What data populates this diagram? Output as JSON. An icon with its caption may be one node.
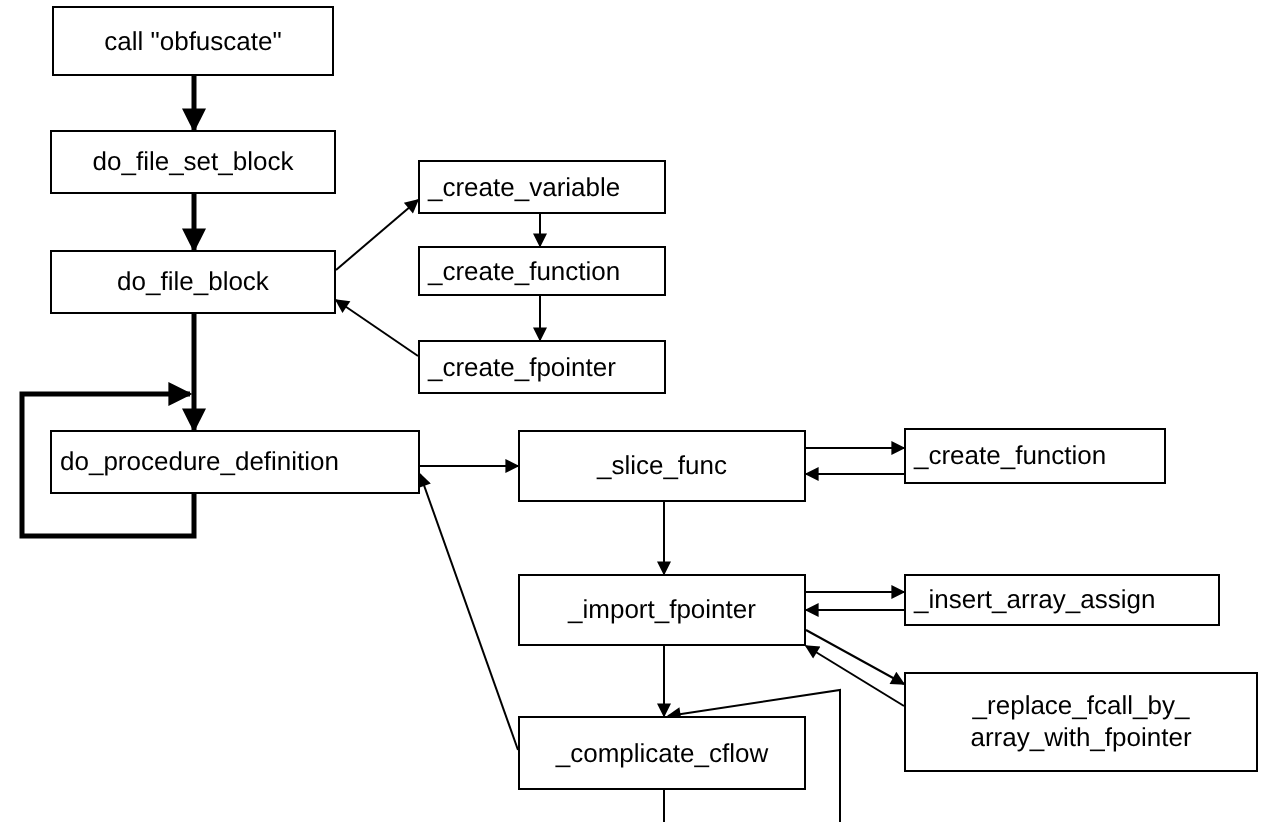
{
  "diagram": {
    "nodes": [
      {
        "text": [
          "call \"obfuscate\""
        ]
      },
      {
        "text": [
          "do_file_set_block"
        ]
      },
      {
        "text": [
          "do_file_block"
        ]
      },
      {
        "text": [
          "_create_variable"
        ]
      },
      {
        "text": [
          "_create_function"
        ]
      },
      {
        "text": [
          "_create_fpointer"
        ]
      },
      {
        "text": [
          "do_procedure_definition"
        ]
      },
      {
        "text": [
          "_slice_func"
        ]
      },
      {
        "text": [
          "_create_function"
        ]
      },
      {
        "text": [
          "_import_fpointer"
        ]
      },
      {
        "text": [
          "_insert_array_assign"
        ]
      },
      {
        "text": [
          "_replace_fcall_by_ array_with_fpointer"
        ]
      },
      {
        "text": [
          "_complicate_cflow"
        ]
      }
    ],
    "edges": [
      {
        "from": 0,
        "to": 1,
        "arrow": "to",
        "style": "thick"
      },
      {
        "from": 1,
        "to": 2,
        "arrow": "to",
        "style": "thick"
      },
      {
        "from": 2,
        "to": 6,
        "arrow": "to",
        "style": "thick"
      },
      {
        "from": 6,
        "to": 6,
        "arrow": "to",
        "style": "thick"
      },
      {
        "from": 2,
        "to": 3,
        "arrow": "to"
      },
      {
        "from": 3,
        "to": 4,
        "arrow": "to"
      },
      {
        "from": 4,
        "to": 5,
        "arrow": "to"
      },
      {
        "from": 5,
        "to": 2,
        "arrow": "to"
      },
      {
        "from": 6,
        "to": 7,
        "arrow": "to"
      },
      {
        "from": 7,
        "to": 8,
        "arrow": "to"
      },
      {
        "from": 8,
        "to": 7,
        "arrow": "to"
      },
      {
        "from": 7,
        "to": 9,
        "arrow": "to"
      },
      {
        "from": 9,
        "to": 10,
        "arrow": "to"
      },
      {
        "from": 10,
        "to": 9,
        "arrow": "to"
      },
      {
        "from": 9,
        "to": 11,
        "arrow": "to"
      },
      {
        "from": 11,
        "to": 9,
        "arrow": "to"
      },
      {
        "from": 9,
        "to": 12,
        "arrow": "to"
      },
      {
        "from": 12,
        "to": 6,
        "arrow": "to"
      },
      {
        "from": 12,
        "to": null,
        "arrow": "none"
      },
      {
        "from": null,
        "to": 12,
        "arrow": "to"
      }
    ]
  }
}
